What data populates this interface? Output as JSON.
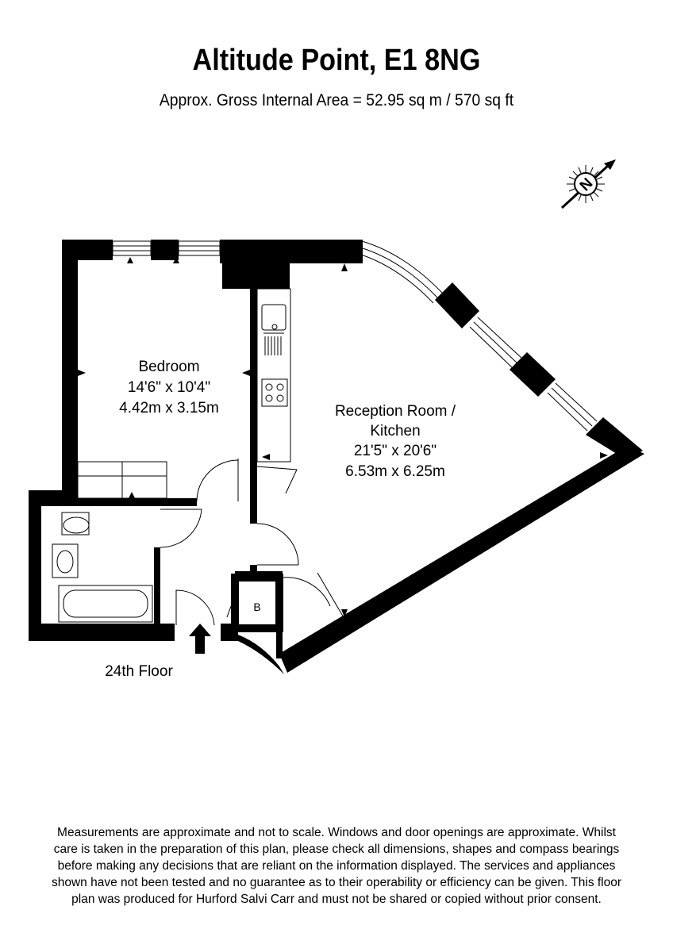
{
  "header": {
    "title": "Altitude Point, E1 8NG",
    "subtitle": "Approx. Gross Internal Area = 52.95 sq m / 570 sq ft"
  },
  "compass": {
    "label": "N",
    "icon": "north-compass-icon"
  },
  "rooms": {
    "bedroom": {
      "name": "Bedroom",
      "imperial": "14'6\" x 10'4\"",
      "metric": "4.42m x 3.15m"
    },
    "reception": {
      "name_line1": "Reception Room /",
      "name_line2": "Kitchen",
      "imperial": "21'5\" x 20'6\"",
      "metric": "6.53m x 6.25m"
    },
    "boiler_cupboard": {
      "label": "B"
    }
  },
  "floor_label": "24th Floor",
  "disclaimer": {
    "lines": [
      "Measurements are approximate and not to scale. Windows and door openings are approximate. Whilst",
      "care is taken in the preparation of this plan, please check all dimensions, shapes and compass bearings",
      "before making any decisions that are reliant on the information displayed. The services and appliances",
      "shown have not been tested and no guarantee as to their operability or efficiency can be given. This floor",
      "plan was produced for Hurford Salvi Carr and must not be shared or copied without prior consent."
    ]
  },
  "colors": {
    "wall": "#000000",
    "background": "#ffffff"
  }
}
